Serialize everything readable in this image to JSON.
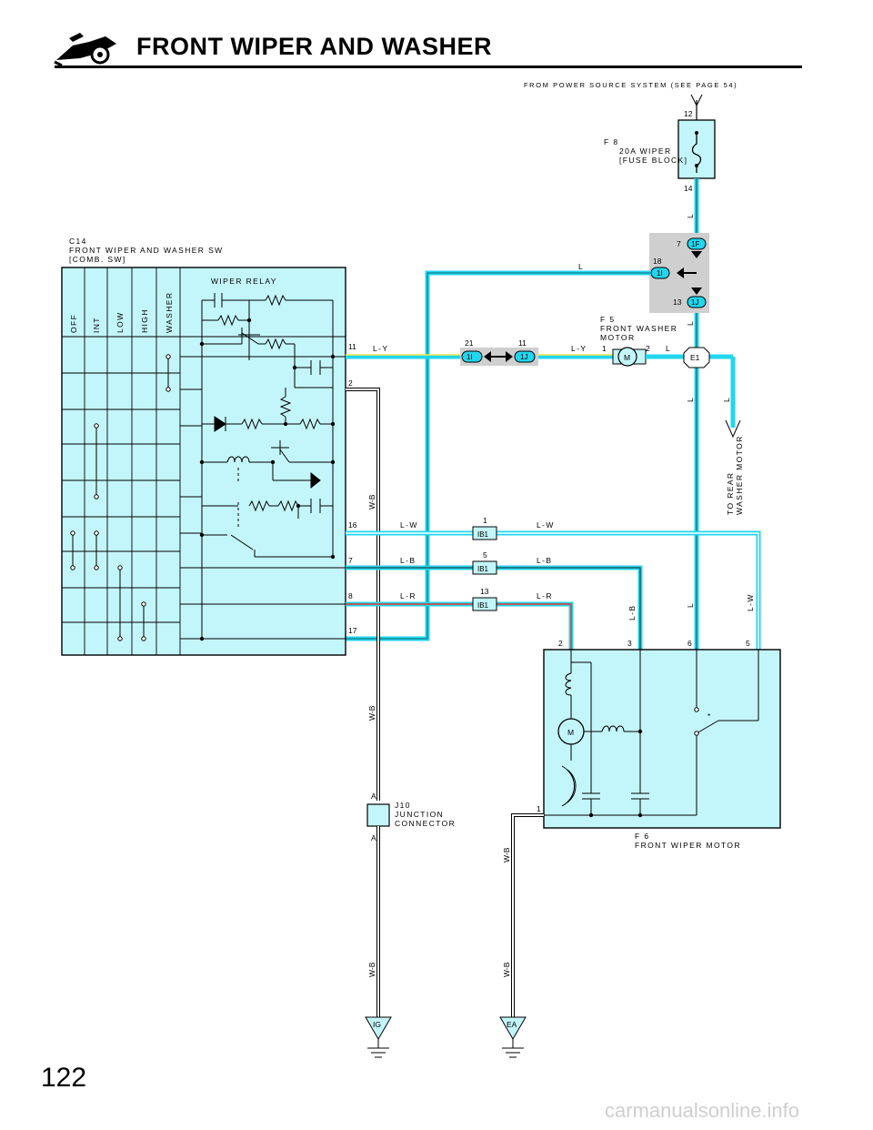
{
  "page": {
    "title": "FRONT WIPER AND WASHER",
    "number": "122",
    "watermark": "carmanualsonline.info"
  },
  "power": {
    "source": "FROM POWER SOURCE SYSTEM (SEE PAGE 54)",
    "fuse_id": "F 8",
    "fuse_name": "20A WIPER",
    "fuse_location": "[FUSE BLOCK]",
    "pin_in": "12",
    "pin_out": "14"
  },
  "combo_switch": {
    "id": "C14",
    "name": "FRONT WIPER AND WASHER SW",
    "sub": "[COMB. SW]",
    "positions": [
      "OFF",
      "INT",
      "LOW",
      "HIGH",
      "WASHER"
    ],
    "relay": "WIPER RELAY",
    "pins": [
      "11",
      "2",
      "16",
      "7",
      "8",
      "17"
    ]
  },
  "washer_motor": {
    "id": "F 5",
    "name": "FRONT WASHER",
    "name2": "MOTOR",
    "pin1": "1",
    "pin2": "2",
    "symbol": "M"
  },
  "wiper_motor": {
    "id": "F 6",
    "name": "FRONT WIPER MOTOR",
    "pins": [
      "2",
      "3",
      "6",
      "5",
      "1"
    ],
    "symbol": "M"
  },
  "junction": {
    "id": "J10",
    "name": "JUNCTION",
    "name2": "CONNECTOR",
    "pin_a": "A"
  },
  "connectors": {
    "c1F": "1F",
    "c1F_pin": "7",
    "c1I": "1I",
    "c1I_pin": "18",
    "c1J": "1J",
    "c1J_pin": "13",
    "inline_left": "1I",
    "inline_left_pin": "21",
    "inline_right": "1J",
    "inline_right_pin": "11",
    "ib1_a": "IB1",
    "ib1_a_pin": "1",
    "ib1_b": "IB1",
    "ib1_b_pin": "5",
    "ib1_c": "IB1",
    "ib1_c_pin": "13",
    "e1": "E1"
  },
  "wires": {
    "L": "L",
    "LY": "L-Y",
    "LW": "L-W",
    "LB": "L-B",
    "LR": "L-R",
    "WB": "W-B"
  },
  "grounds": [
    "IG",
    "EA"
  ],
  "rear": "TO REAR",
  "rear2": "WASHER MOTOR",
  "colors": {
    "blue": "#22d6ee",
    "box": "#c3f6fb",
    "yellow": "#f0e850",
    "red": "#e8342a",
    "grey": "#cfcfcf"
  }
}
